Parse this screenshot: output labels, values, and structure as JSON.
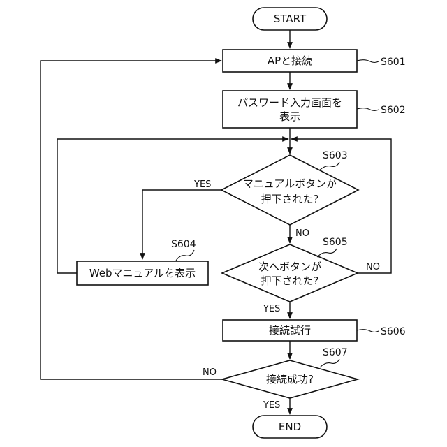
{
  "flowchart": {
    "start": "START",
    "end": "END",
    "steps": {
      "s601": {
        "label": "APと接続",
        "ref": "S601"
      },
      "s602": {
        "line1": "パスワード入力画面を",
        "line2": "表示",
        "ref": "S602"
      },
      "s603": {
        "line1": "マニュアルボタンが",
        "line2": "押下された?",
        "ref": "S603"
      },
      "s604": {
        "label": "Webマニュアルを表示",
        "ref": "S604"
      },
      "s605": {
        "line1": "次へボタンが",
        "line2": "押下された?",
        "ref": "S605"
      },
      "s606": {
        "label": "接続試行",
        "ref": "S606"
      },
      "s607": {
        "label": "接続成功?",
        "ref": "S607"
      }
    },
    "branches": {
      "s603_yes": "YES",
      "s603_no": "NO",
      "s605_yes": "YES",
      "s605_no": "NO",
      "s607_yes": "YES",
      "s607_no": "NO"
    }
  }
}
